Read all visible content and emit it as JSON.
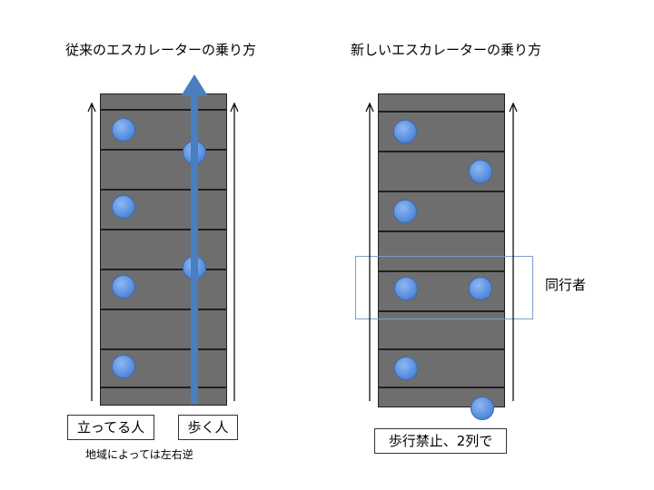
{
  "left": {
    "title": "従来のエスカレーターの乗り方",
    "standing_label": "立ってる人",
    "walking_label": "歩く人",
    "note": "地域によっては左右逆"
  },
  "right": {
    "title": "新しいエスカレーターの乗り方",
    "companion_label": "同行者",
    "rule_label": "歩行禁止、2列で"
  },
  "colors": {
    "escalator": "#6e6e6e",
    "person": "#5c92e0",
    "walk_arrow": "#4a7ebf",
    "group_box": "#7f9fc8"
  }
}
